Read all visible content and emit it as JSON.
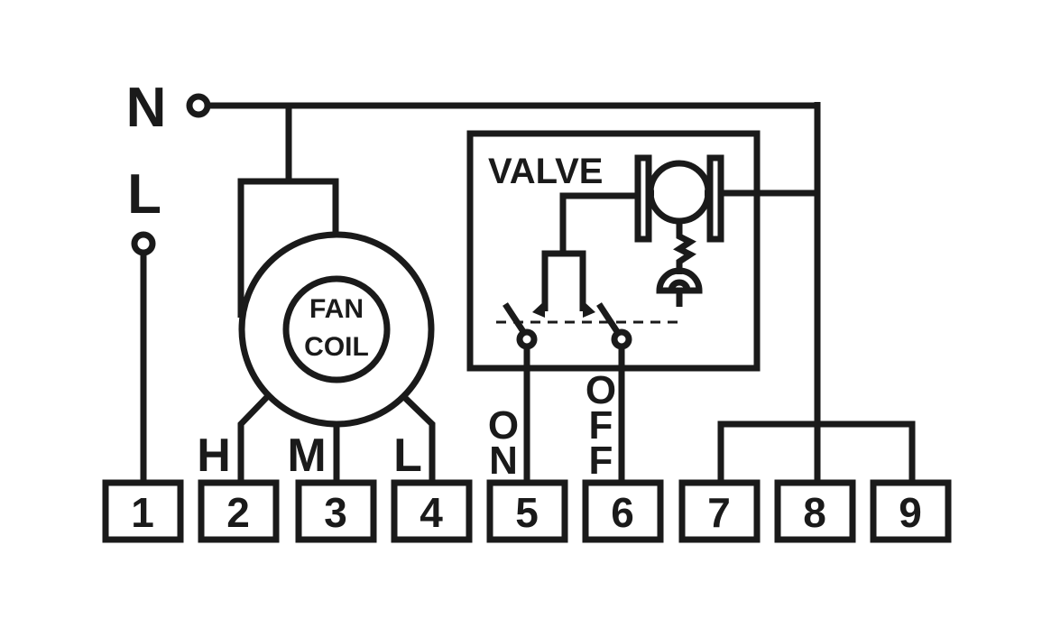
{
  "supply": {
    "neutral_label": "N",
    "line_label": "L"
  },
  "valve": {
    "label": "VALVE"
  },
  "fan": {
    "line1": "FAN",
    "line2": "COIL"
  },
  "speeds": {
    "high": "H",
    "medium": "M",
    "low": "L"
  },
  "switch": {
    "on": [
      "O",
      "N"
    ],
    "off": [
      "O",
      "F",
      "F"
    ]
  },
  "terminals": [
    "1",
    "2",
    "3",
    "4",
    "5",
    "6",
    "7",
    "8",
    "9"
  ],
  "colors": {
    "ink": "#1a1a1a",
    "background": "#ffffff"
  }
}
